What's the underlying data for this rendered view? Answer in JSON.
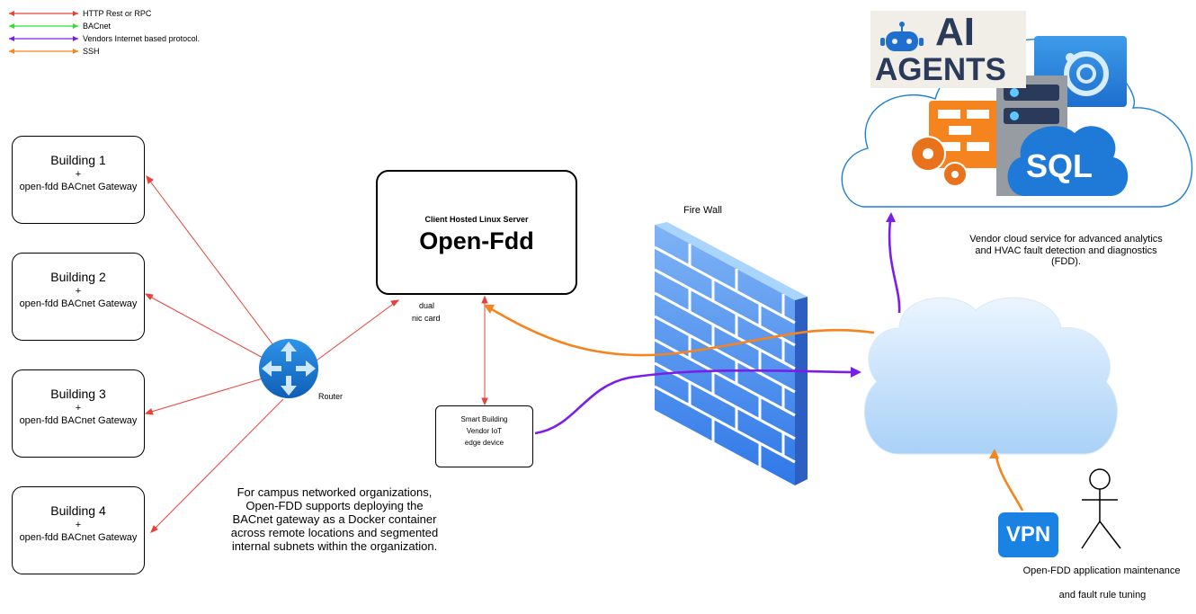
{
  "legend": {
    "http": "HTTP Rest or RPC",
    "bacnet": "BACnet",
    "vendor": "Vendors Internet based protocol.",
    "ssh": "SSH"
  },
  "buildings": [
    {
      "title": "Building 1",
      "plus": "+",
      "subtitle": "open-fdd BACnet Gateway"
    },
    {
      "title": "Building 2",
      "plus": "+",
      "subtitle": "open-fdd BACnet Gateway"
    },
    {
      "title": "Building 3",
      "plus": "+",
      "subtitle": "open-fdd BACnet Gateway"
    },
    {
      "title": "Building 4",
      "plus": "+",
      "subtitle": "open-fdd BACnet Gateway"
    }
  ],
  "router_label": "Router",
  "server": {
    "subtitle": "Client Hosted Linux Server",
    "title": "Open-Fdd",
    "nic_line1": "dual",
    "nic_line2": "nic card"
  },
  "edge_device": {
    "line1": "Smart Building",
    "line2": "Vendor IoT",
    "line3": "edge device"
  },
  "firewall_label": "Fire Wall",
  "vendor_cloud_text": "Vendor cloud service for advanced analytics and HVAC fault detection and diagnostics (FDD).",
  "ai_badge": {
    "line1": "AI",
    "line2": "AGENTS"
  },
  "sql_label": "SQL",
  "vpn_label": "VPN",
  "maintenance_line1": "Open-FDD application maintenance",
  "maintenance_line2": "and fault rule tuning",
  "campus_text": "For campus networked organizations, Open-FDD supports deploying the BACnet gateway as a Docker container across remote locations and segmented internal subnets within the organization.",
  "colors": {
    "http": "#e8413c",
    "bacnet": "#33dd33",
    "vendor": "#7a1ee8",
    "ssh": "#f5841f",
    "router": "#1e7fd6",
    "cloud_fill": "#cfe6fb",
    "firewall_blue": "#3b8ef0",
    "vpn": "#1a82e2",
    "sql": "#1f79d6"
  }
}
